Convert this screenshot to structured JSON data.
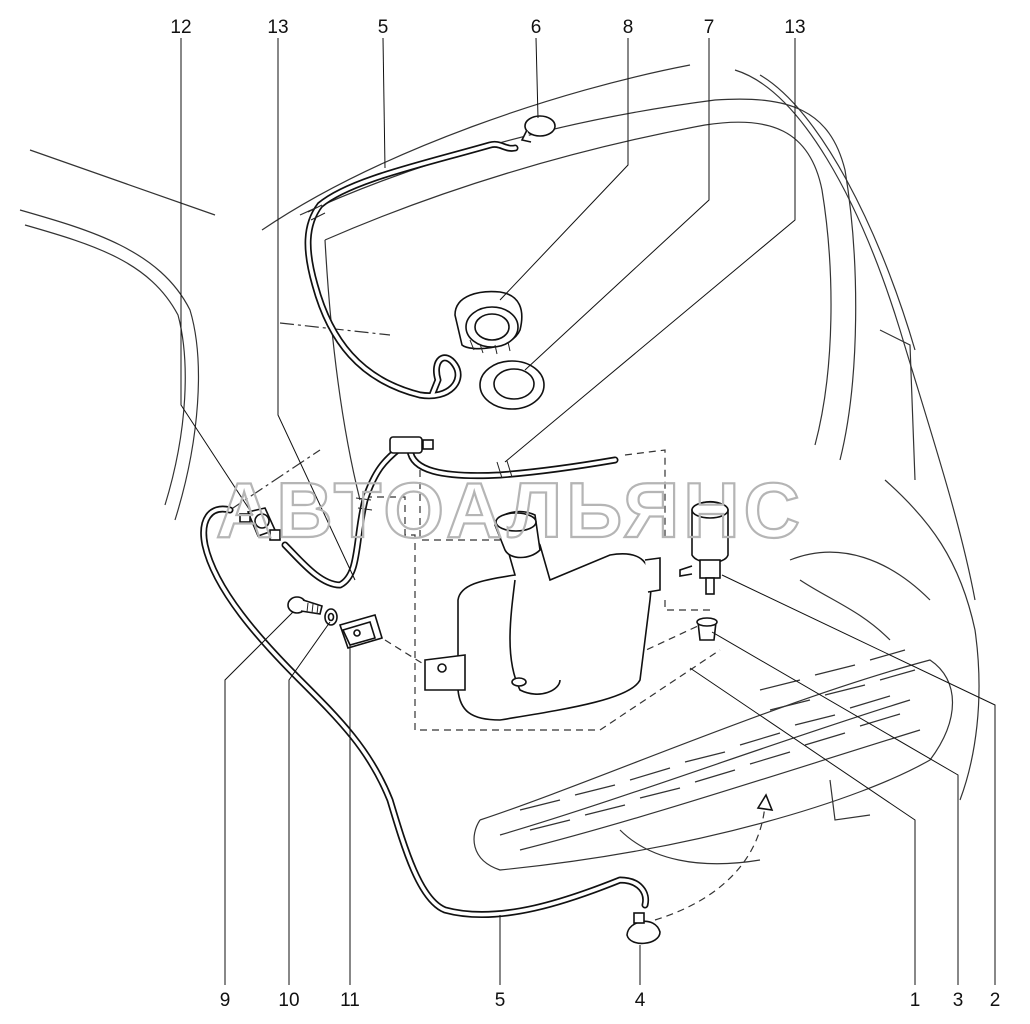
{
  "watermark": "АВТОАЛЬЯНС",
  "callouts": {
    "top_12": "12",
    "top_13_left": "13",
    "top_5": "5",
    "top_6": "6",
    "top_8": "8",
    "top_7": "7",
    "top_13_right": "13",
    "bottom_9": "9",
    "bottom_10": "10",
    "bottom_11": "11",
    "bottom_5": "5",
    "bottom_4": "4",
    "bottom_1": "1",
    "bottom_3": "3",
    "bottom_2": "2"
  }
}
